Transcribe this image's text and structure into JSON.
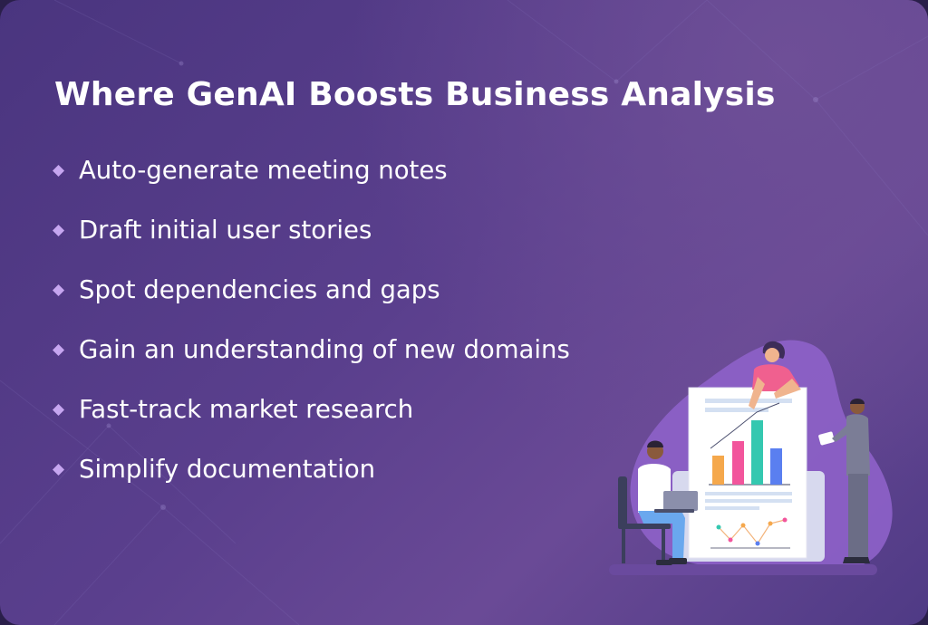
{
  "title": "Where GenAI Boosts Business Analysis",
  "bullets": [
    "Auto-generate meeting notes",
    "Draft initial user stories",
    "Spot dependencies and gaps",
    "Gain an understanding of new domains",
    "Fast-track market research",
    "Simplify documentation"
  ],
  "colors": {
    "background": "#4f3a85",
    "title": "#ffffff",
    "bullet_diamond": "#c6a6f0",
    "blob": "#8e62c9"
  },
  "icons": {
    "bullet": "diamond-bullet-icon",
    "illustration": "business-analysts-chart-illustration"
  }
}
